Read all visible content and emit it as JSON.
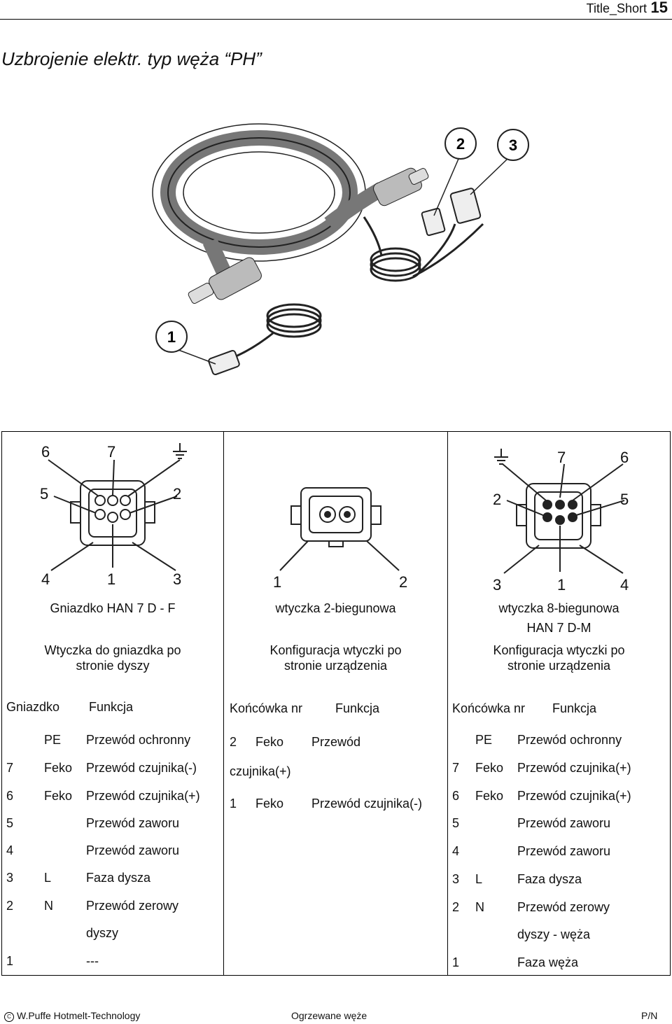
{
  "header": {
    "title": "Title_Short",
    "page": "15"
  },
  "document": {
    "title": "Uzbrojenie elektr. typ węża  “PH”"
  },
  "illustration": {
    "callouts": [
      "1",
      "2",
      "3"
    ]
  },
  "connectors": {
    "left": {
      "pins": [
        "6",
        "7",
        "5",
        "2",
        "4",
        "1",
        "3"
      ],
      "caption_line1": "Gniazdko  HAN 7 D - F",
      "caption_line2": "Wtyczka do gniazdka po",
      "caption_line3": "stronie dyszy"
    },
    "middle": {
      "pins": [
        "1",
        "2"
      ],
      "caption_line1": "wtyczka 2-biegunowa",
      "caption_line2": "Konfiguracja wtyczki po",
      "caption_line3": "stronie urządzenia"
    },
    "right": {
      "pins": [
        "7",
        "6",
        "2",
        "5",
        "3",
        "1",
        "4"
      ],
      "caption_line1": "wtyczka 8-biegunowa",
      "caption_line1b": "HAN 7 D-M",
      "caption_line2": "Konfiguracja wtyczki po",
      "caption_line3": "stronie urządzenia"
    }
  },
  "tables": {
    "left": {
      "headers": [
        "Gniazdko",
        "Funkcja"
      ],
      "rows": [
        [
          "",
          "PE",
          "Przewód ochronny"
        ],
        [
          "7",
          "Feko",
          "Przewód czujnika(-)"
        ],
        [
          "6",
          "Feko",
          "Przewód czujnika(+)"
        ],
        [
          "5",
          "",
          "Przewód zaworu"
        ],
        [
          "4",
          "",
          "Przewód zaworu"
        ],
        [
          "3",
          "L",
          "Faza dysza"
        ],
        [
          "2",
          "N",
          "Przewód zerowy"
        ],
        [
          "",
          "",
          "dyszy"
        ],
        [
          "1",
          "",
          "---"
        ]
      ]
    },
    "middle": {
      "headers": [
        "Końcówka nr",
        "Funkcja"
      ],
      "rows": [
        [
          "2",
          "Feko",
          "Przewód"
        ],
        [
          "czujnika(+)",
          "",
          ""
        ],
        [
          "1",
          "Feko",
          "Przewód czujnika(-)"
        ]
      ]
    },
    "right": {
      "headers": [
        "Końcówka nr",
        "Funkcja"
      ],
      "rows": [
        [
          "",
          "PE",
          "Przewód ochronny"
        ],
        [
          "7",
          "Feko",
          "Przewód czujnika(+)"
        ],
        [
          "6",
          "Feko",
          "Przewód czujnika(+)"
        ],
        [
          "5",
          "",
          "Przewód zaworu"
        ],
        [
          "4",
          "",
          "Przewód zaworu"
        ],
        [
          "3",
          "L",
          "Faza dysza"
        ],
        [
          "2",
          "N",
          "Przewód zerowy"
        ],
        [
          "",
          "",
          "dyszy - węża"
        ],
        [
          "1",
          "",
          "Faza węża"
        ]
      ]
    }
  },
  "footer": {
    "left": "W.Puffe Hotmelt-Technology",
    "center": "Ogrzewane węże",
    "right": "P/N"
  }
}
